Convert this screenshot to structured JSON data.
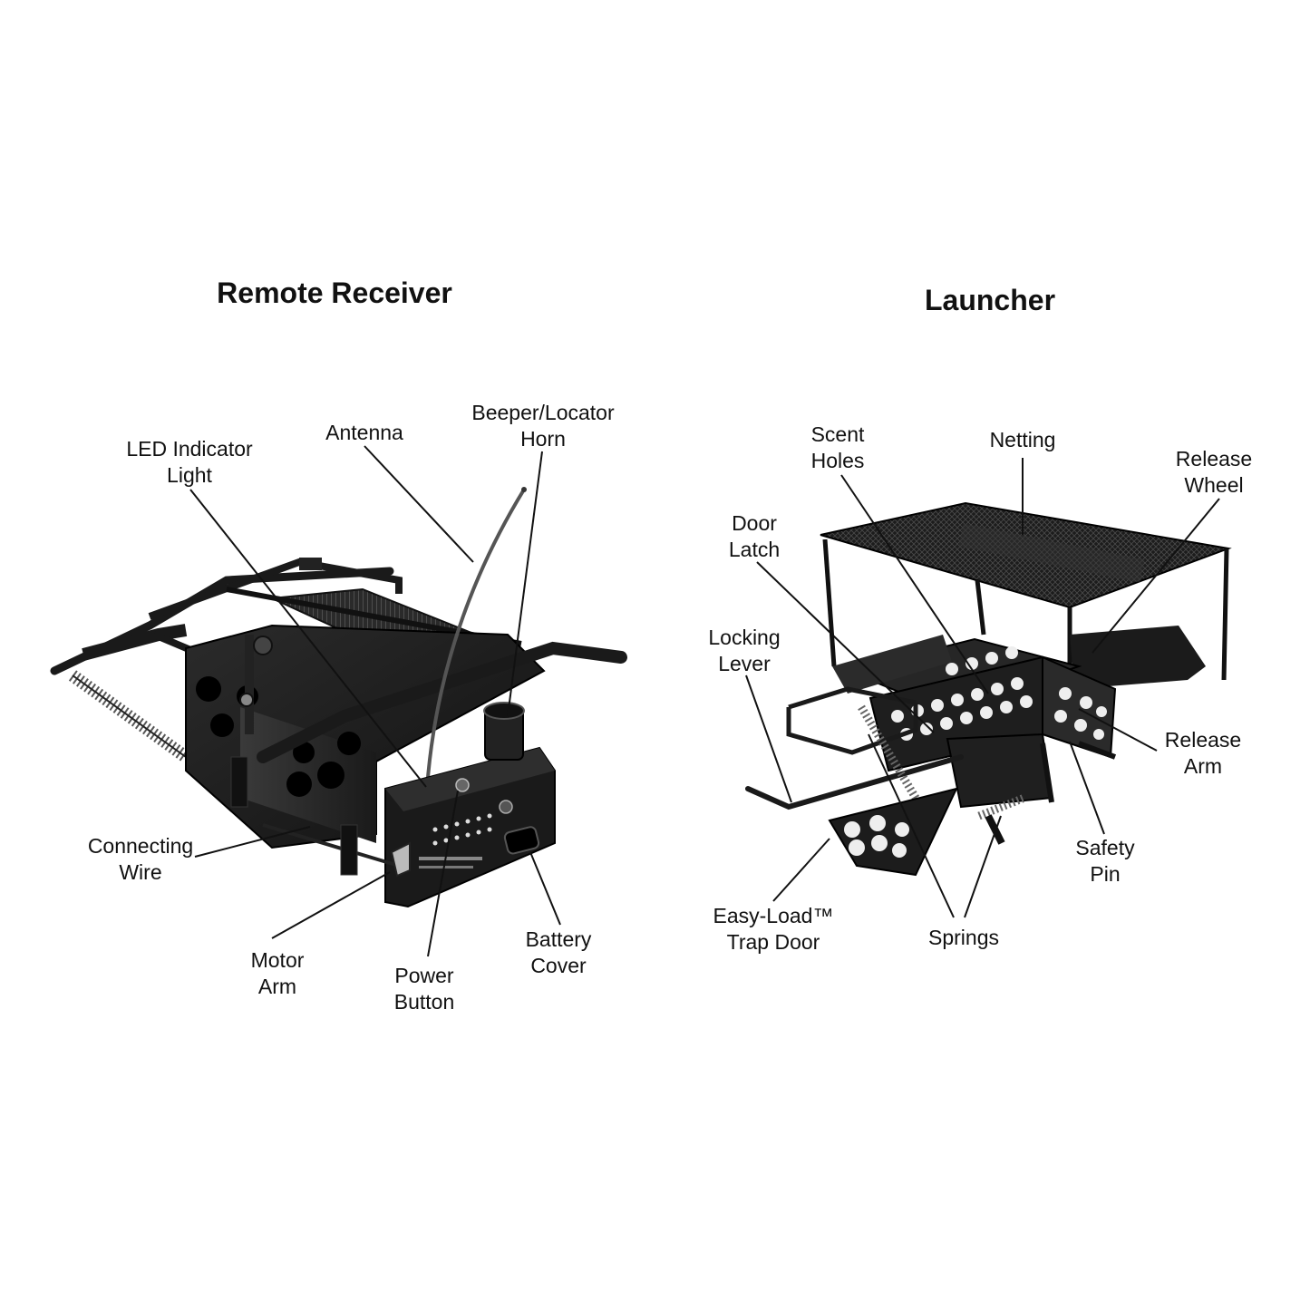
{
  "receiver": {
    "title": "Remote Receiver",
    "labels": {
      "led": [
        "LED Indicator",
        "Light"
      ],
      "antenna": [
        "Antenna"
      ],
      "beeper": [
        "Beeper/Locator",
        "Horn"
      ],
      "wire": [
        "Connecting",
        "Wire"
      ],
      "motor": [
        "Motor",
        "Arm"
      ],
      "power": [
        "Power",
        "Button"
      ],
      "battery": [
        "Battery",
        "Cover"
      ]
    }
  },
  "launcher": {
    "title": "Launcher",
    "labels": {
      "scent": [
        "Scent",
        "Holes"
      ],
      "netting": [
        "Netting"
      ],
      "wheel": [
        "Release",
        "Wheel"
      ],
      "latch": [
        "Door",
        "Latch"
      ],
      "lever": [
        "Locking",
        "Lever"
      ],
      "arm": [
        "Release",
        "Arm"
      ],
      "pin": [
        "Safety",
        "Pin"
      ],
      "trap": [
        "Easy-Load™",
        "Trap Door"
      ],
      "springs": [
        "Springs"
      ]
    }
  }
}
